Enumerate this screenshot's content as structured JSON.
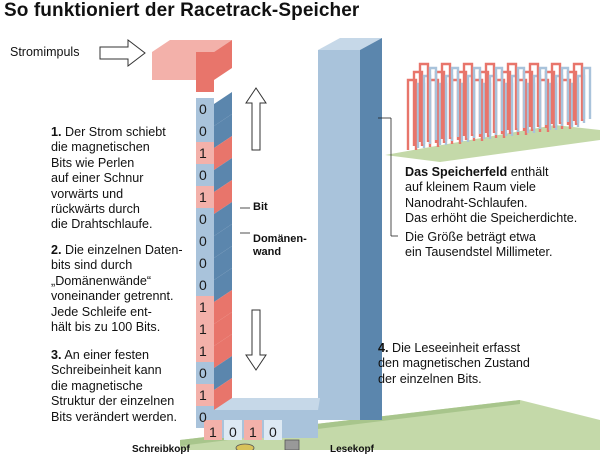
{
  "title": "So funktioniert der Racetrack-Speicher",
  "stromimpuls": "Stromimpuls",
  "step1": {
    "num": "1.",
    "lines": [
      "Der Strom schiebt",
      "die magnetischen",
      "Bits wie Perlen",
      "auf einer Schnur",
      "vorwärts und",
      "rückwärts durch",
      "die Drahtschlaufe."
    ]
  },
  "step2": {
    "num": "2.",
    "lines": [
      "Die einzelnen Daten-",
      "bits sind durch",
      "„Domänenwände“",
      "voneinander getrennt.",
      "Jede Schleife ent-",
      "hält bis zu 100 Bits."
    ]
  },
  "step3": {
    "num": "3.",
    "lines": [
      "An einer festen",
      "Schreibeinheit kann",
      "die magnetische",
      "Struktur der einzelnen",
      "Bits verändert werden."
    ]
  },
  "step4": {
    "num": "4.",
    "lines": [
      "Die Leseeinheit erfasst",
      "den magnetischen Zustand",
      "der einzelnen Bits."
    ]
  },
  "speicherfeld": {
    "bold": "Das Speicherfeld",
    "rest": " enthält",
    "lines": [
      "auf kleinem Raum viele",
      "Nanodraht-Schlaufen.",
      "Das erhöht die Speicherdichte."
    ]
  },
  "groesse": {
    "lines": [
      "Die Größe beträgt etwa",
      "ein Tausendstel Millimeter."
    ]
  },
  "label_bit": "Bit",
  "label_domaenenwand": [
    "Domänen-",
    "wand"
  ],
  "label_schreibkopf": "Schreibkopf",
  "label_lesekopf": "Lesekopf",
  "vertical_bits": [
    "0",
    "0",
    "1",
    "0",
    "1",
    "0",
    "0",
    "0",
    "0",
    "1",
    "1",
    "1",
    "0",
    "1",
    "0"
  ],
  "bottom_bits": [
    "1",
    "0",
    "1",
    "0"
  ],
  "colors": {
    "red": "#e8756b",
    "blue": "#5b86ad",
    "light_red": "#f3b1aa",
    "light_blue": "#a9c3db",
    "board": "#c4d9a9"
  }
}
